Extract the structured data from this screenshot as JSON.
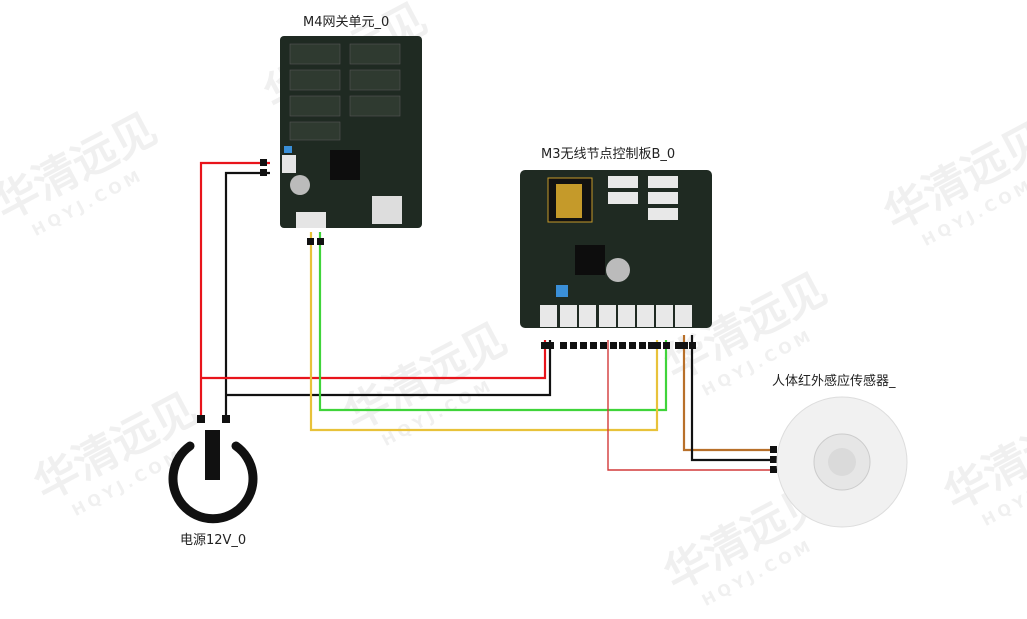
{
  "watermark": {
    "text": "华清远见",
    "sub": "HQYJ.COM"
  },
  "components": {
    "gateway": {
      "label": "M4网关单元_0"
    },
    "node_board": {
      "label": "M3无线节点控制板B_0"
    },
    "pir_sensor": {
      "label": "人体红外感应传感器_"
    },
    "power": {
      "label": "电源12V_0"
    }
  },
  "colors": {
    "red": "#e8141b",
    "black": "#111111",
    "green": "#3fd43a",
    "yellow": "#e8c23a",
    "brown": "#b8702a",
    "thin_red": "#d23a3a",
    "board": "#1f2a22"
  }
}
